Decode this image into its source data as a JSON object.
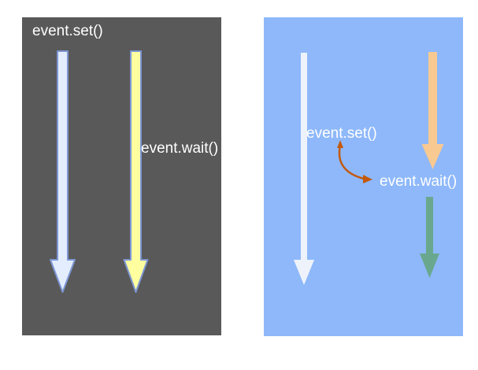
{
  "colors": {
    "page_bg": "#ffffff",
    "left_panel_bg": "#595959",
    "right_panel_bg": "#8eb8fa",
    "arrow_border_blue": "#7e96d4",
    "arrow_fill_lightblue": "#e3edfd",
    "arrow_fill_yellow": "#ffffa0",
    "arrow_fill_white": "#eef3fb",
    "arrow_fill_peach": "#f9c992",
    "arrow_fill_green": "#69a88e",
    "connector_orange": "#c3590e",
    "label_text": "#ffffff"
  },
  "left_panel": {
    "set_label": "event.set()",
    "wait_label": "event.wait()"
  },
  "right_panel": {
    "set_label": "event.set()",
    "wait_label": "event.wait()"
  }
}
